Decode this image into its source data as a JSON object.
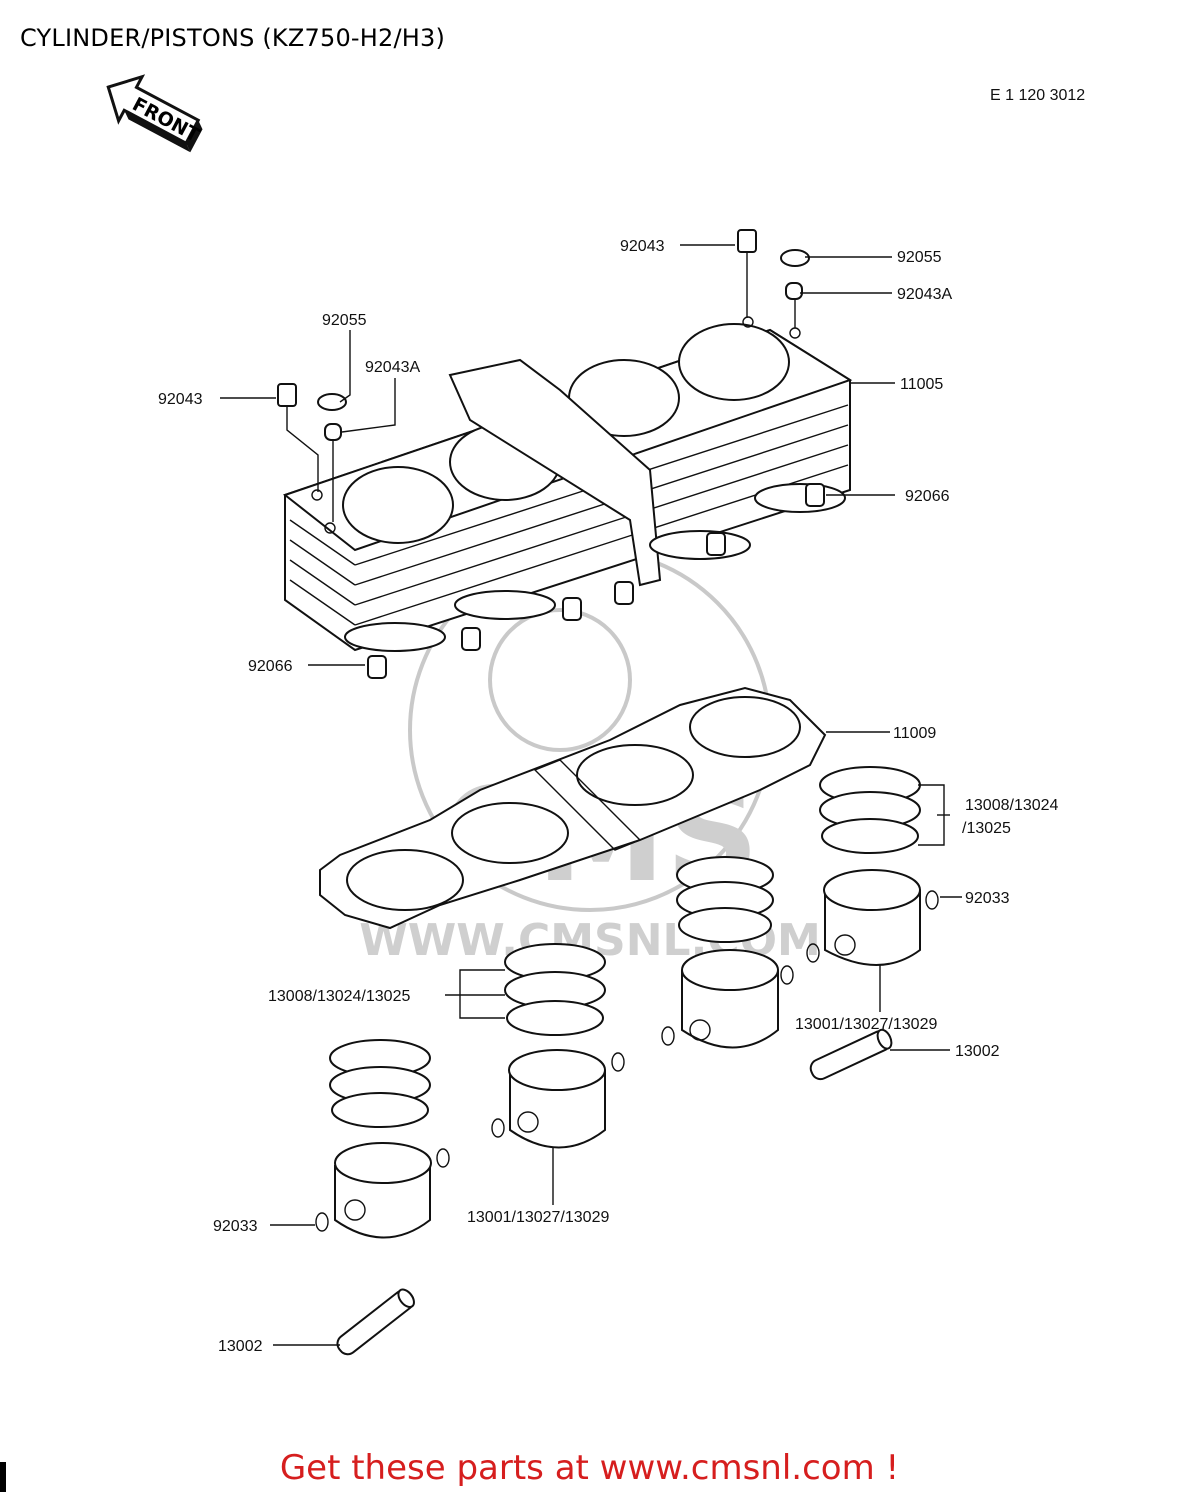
{
  "header": {
    "title": "CYLINDER/PISTONS (KZ750-H2/H3)",
    "ref_code": "E 1 120 3012"
  },
  "front_arrow": {
    "label": "FRONT"
  },
  "watermark": {
    "text": "WWW.CMSNL.COM",
    "logo": "CMS"
  },
  "callouts": {
    "c92043_top": "92043",
    "c92055_top": "92055",
    "c92043a_top": "92043A",
    "c92055_left": "92055",
    "c92043a_left": "92043A",
    "c92043_left": "92043",
    "c11005": "11005",
    "c92066_right": "92066",
    "c92066_left": "92066",
    "c11009": "11009",
    "c13008_right_a": "13008/13024",
    "c13008_right_b": "/13025",
    "c92033_right": "92033",
    "c13008_mid": "13008/13024/13025",
    "c13001_right": "13001/13027/13029",
    "c13002_right": "13002",
    "c13001_left": "13001/13027/13029",
    "c92033_left": "92033",
    "c13002_left": "13002"
  },
  "footer": {
    "cta": "Get these parts at www.cmsnl.com !"
  }
}
